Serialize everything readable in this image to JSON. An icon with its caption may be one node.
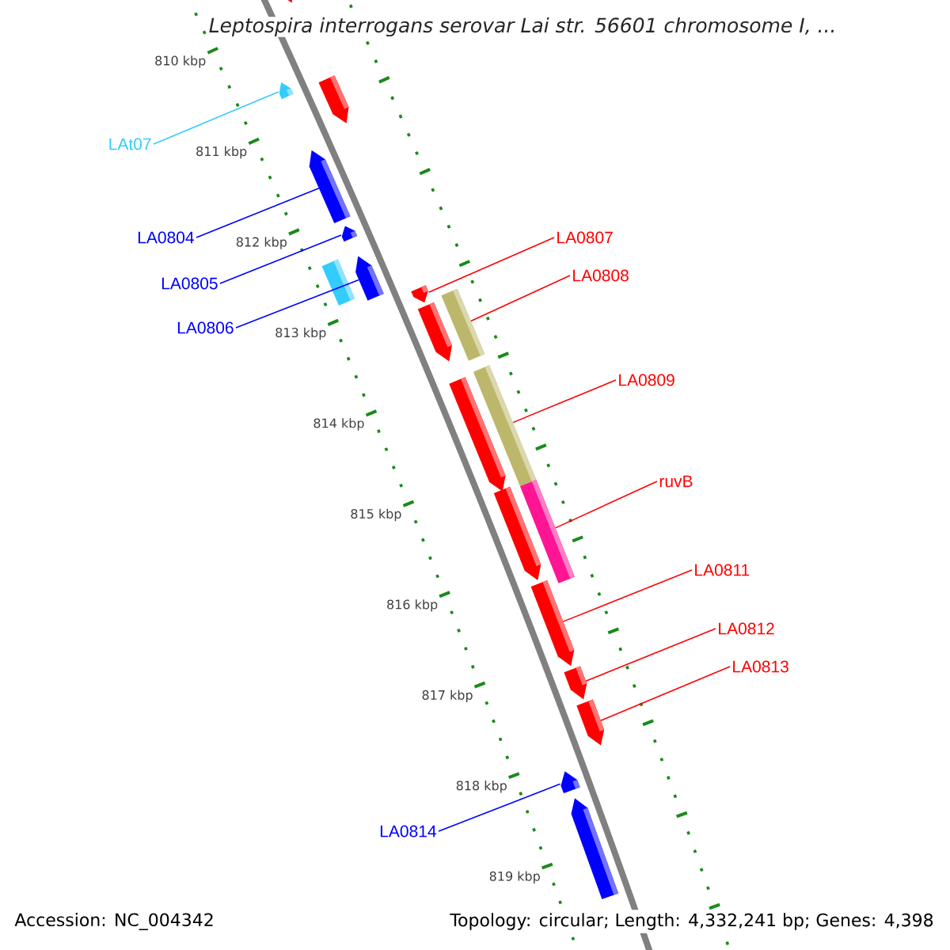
{
  "diagram": {
    "title": "Leptospira interrogans serovar Lai str. 56601 chromosome I, ...",
    "nodes": [
      {
        "text": [
          "LAt07"
        ]
      },
      {
        "text": [
          "LA0804"
        ]
      },
      {
        "text": [
          "LA0805"
        ]
      },
      {
        "text": [
          "LA0806"
        ]
      },
      {
        "text": [
          "LA0807"
        ]
      },
      {
        "text": [
          "LA0808"
        ]
      },
      {
        "text": [
          "LA0809"
        ]
      },
      {
        "text": [
          "ruvB"
        ]
      },
      {
        "text": [
          "LA0811"
        ]
      },
      {
        "text": [
          "LA0812"
        ]
      },
      {
        "text": [
          "LA0813"
        ]
      },
      {
        "text": [
          "LA0814"
        ]
      },
      {
        "text": [],
        "shape": "pentagon"
      },
      {
        "text": [],
        "shape": "pentagon"
      },
      {
        "text": [],
        "shape": "pentagon"
      },
      {
        "text": [],
        "shape": "pentagon"
      },
      {
        "text": [],
        "shape": "pentagon"
      },
      {
        "text": [],
        "shape": "pentagon"
      },
      {
        "text": [],
        "shape": "bar"
      },
      {
        "text": [],
        "shape": "pentagon"
      },
      {
        "text": [],
        "shape": "pentagon"
      },
      {
        "text": [],
        "shape": "bar"
      },
      {
        "text": [],
        "shape": "pentagon"
      },
      {
        "text": [],
        "shape": "bar"
      },
      {
        "text": [],
        "shape": "bar"
      },
      {
        "text": [],
        "shape": "pentagon"
      },
      {
        "text": [],
        "shape": "pentagon"
      },
      {
        "text": [],
        "shape": "pentagon"
      },
      {
        "text": [],
        "shape": "pentagon"
      },
      {
        "text": [],
        "shape": "pentagon"
      },
      {
        "text": [],
        "shape": "pentagon"
      }
    ],
    "edges": [
      {
        "from": 0,
        "to": 14,
        "arrow": "none",
        "color": "#33ccff"
      },
      {
        "from": 1,
        "to": 15,
        "arrow": "none",
        "color": "#0000ff"
      },
      {
        "from": 2,
        "to": 16,
        "arrow": "none",
        "color": "#0000ff"
      },
      {
        "from": 3,
        "to": 17,
        "arrow": "none",
        "color": "#0000ff"
      },
      {
        "from": 4,
        "to": 19,
        "arrow": "none"
      },
      {
        "from": 5,
        "to": 21,
        "arrow": "none"
      },
      {
        "from": 6,
        "to": 23,
        "arrow": "none"
      },
      {
        "from": 7,
        "to": 24,
        "arrow": "none"
      },
      {
        "from": 8,
        "to": 26,
        "arrow": "none"
      },
      {
        "from": 9,
        "to": 27,
        "arrow": "none"
      },
      {
        "from": 10,
        "to": 28,
        "arrow": "none"
      },
      {
        "from": 11,
        "to": 29,
        "arrow": "none",
        "color": "#0000ff"
      }
    ],
    "labels": [
      "810 kbp",
      "811 kbp",
      "812 kbp",
      "813 kbp",
      "814 kbp",
      "815 kbp",
      "816 kbp",
      "817 kbp",
      "818 kbp",
      "819 kbp",
      "Accession: NC_004342",
      "Topology: circular; Length: 4,332,241 bp; Genes: 4,398"
    ]
  }
}
